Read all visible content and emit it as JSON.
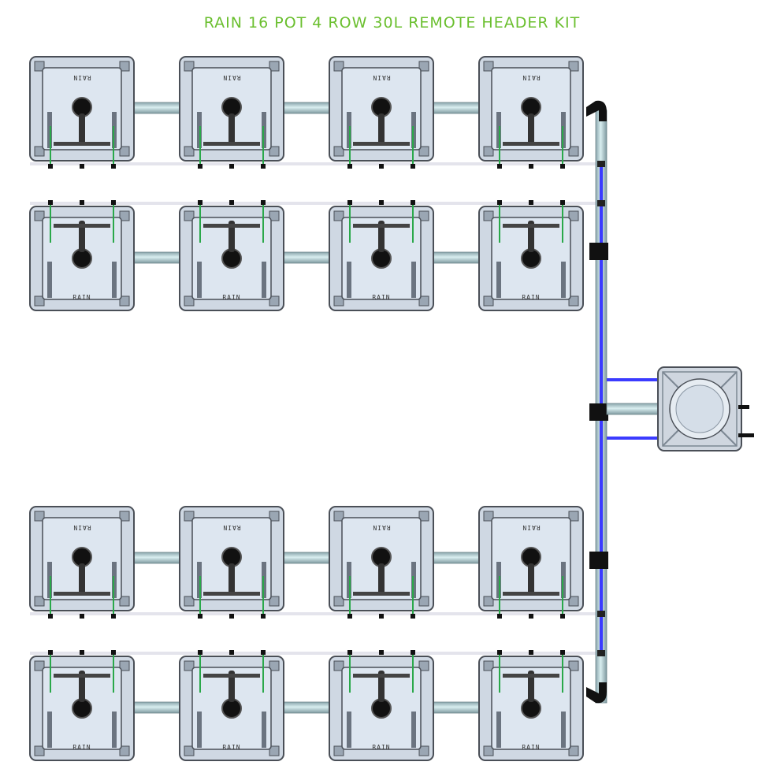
{
  "title": "RAIN 16 POT 4 ROW 30L REMOTE HEADER KIT",
  "pot_label": "RAIN",
  "layout": {
    "rows": 4,
    "pots_per_row": 4,
    "pot_label_orientation": [
      "inverted",
      "upright",
      "inverted",
      "upright"
    ]
  },
  "colors": {
    "title": "#6abf2e",
    "pot_body": "#cfd8e3",
    "pot_border": "#4a4f57",
    "pot_inner": "#dde6f0",
    "connector_pipe": "#a9c3c8",
    "feed_line_blue": "#3b3bff",
    "drip_line": "#e4e4ec",
    "drip_stake": "#2aa84a",
    "black_fitting": "#111111"
  },
  "components": {
    "pump_unit_icon": "pump-unit-icon",
    "pot_icon": "pot-icon"
  }
}
